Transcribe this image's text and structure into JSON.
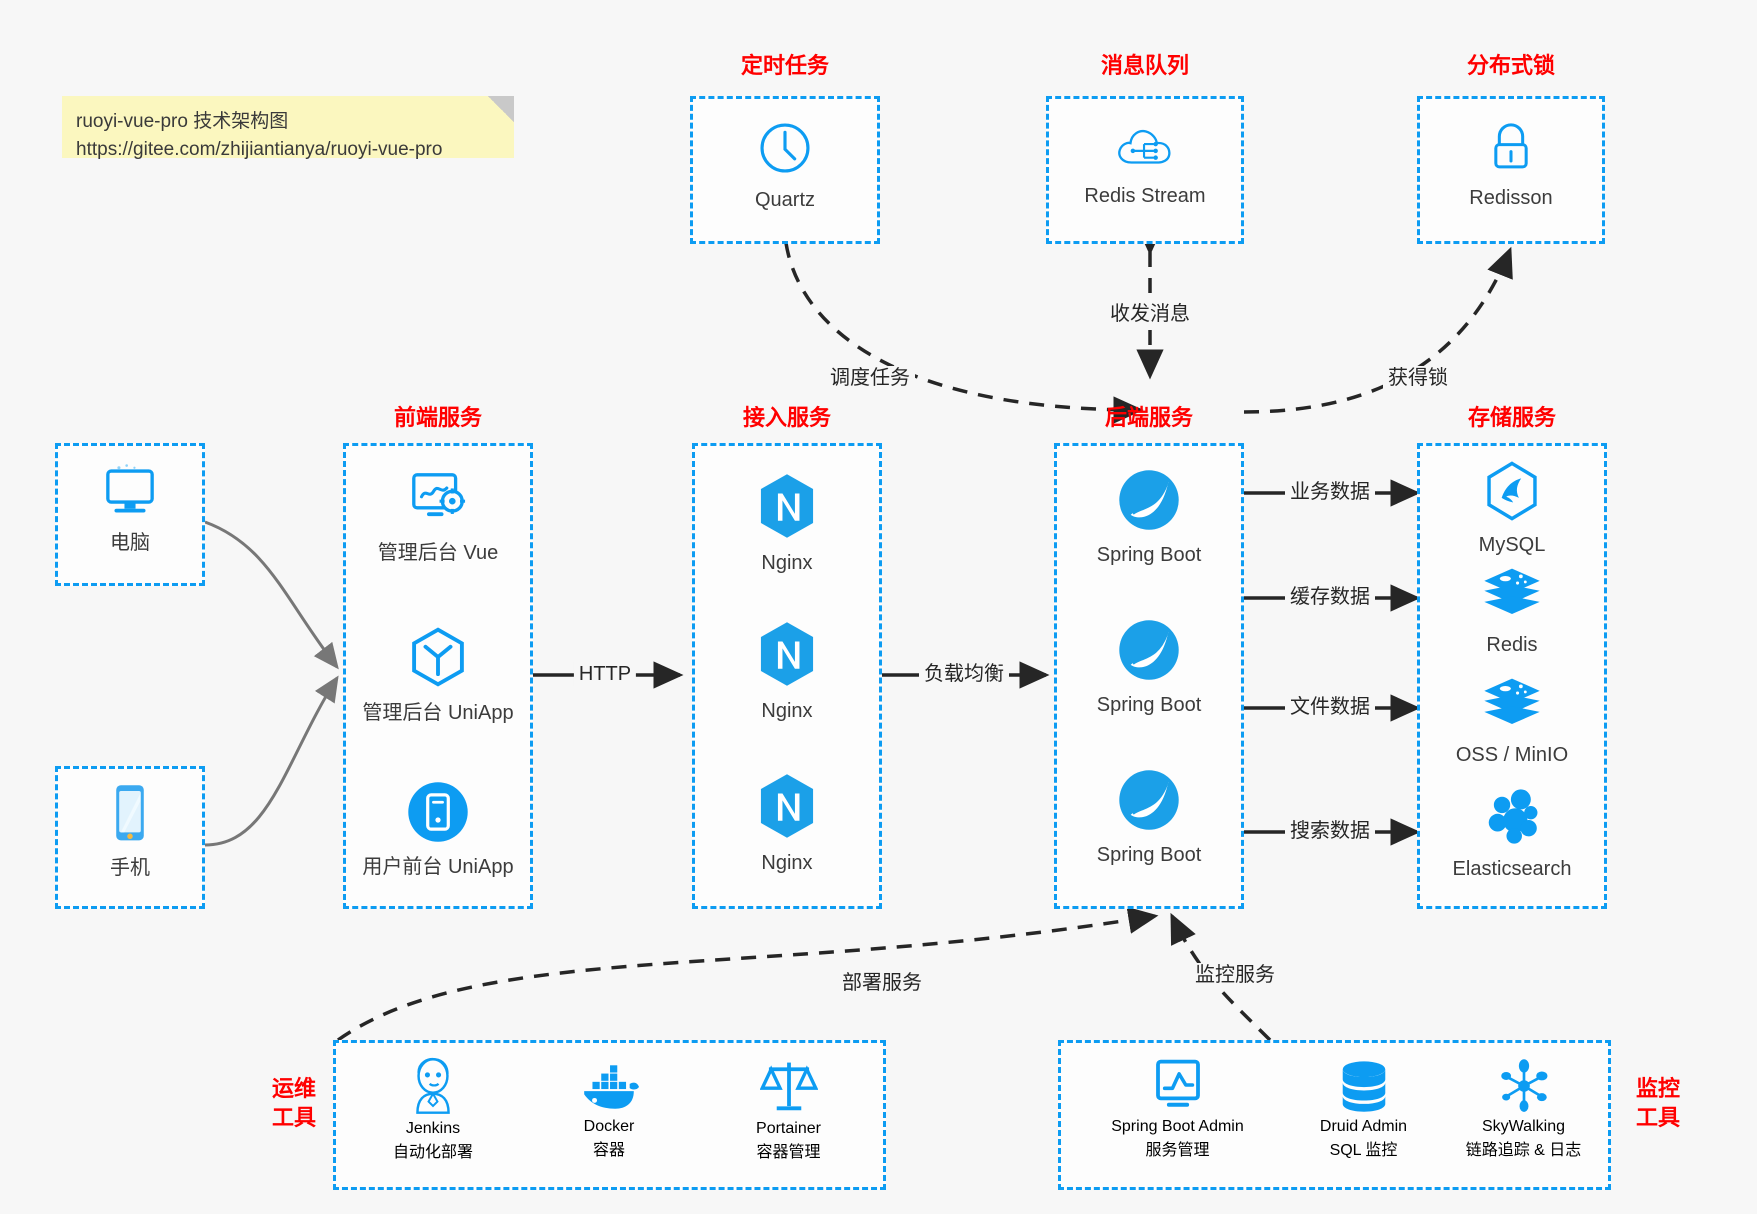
{
  "note": {
    "line1": "ruoyi-vue-pro 技术架构图",
    "line2": "https://gitee.com/zhijiantianya/ruoyi-vue-pro"
  },
  "colors": {
    "accent_blue": "#0d9cf2",
    "title_red": "#ff0000",
    "background": "#f7f7f7",
    "note_yellow": "#fbf7bf",
    "text_dark": "#3c3c3c"
  },
  "groups": {
    "scheduled_task": {
      "title": "定时任务",
      "items": [
        {
          "label": "Quartz",
          "icon": "clock-icon"
        }
      ]
    },
    "message_queue": {
      "title": "消息队列",
      "items": [
        {
          "label": "Redis Stream",
          "icon": "cloud-stream-icon"
        }
      ]
    },
    "distributed_lock": {
      "title": "分布式锁",
      "items": [
        {
          "label": "Redisson",
          "icon": "lock-icon"
        }
      ]
    },
    "clients": {
      "computer": {
        "label": "电脑",
        "icon": "desktop-icon"
      },
      "phone": {
        "label": "手机",
        "icon": "mobile-icon"
      }
    },
    "frontend": {
      "title": "前端服务",
      "items": [
        {
          "label": "管理后台 Vue",
          "icon": "dashboard-gear-icon"
        },
        {
          "label": "管理后台 UniApp",
          "icon": "hexagon-cube-icon"
        },
        {
          "label": "用户前台 UniApp",
          "icon": "mobile-circle-icon"
        }
      ]
    },
    "gateway": {
      "title": "接入服务",
      "items": [
        {
          "label": "Nginx",
          "icon": "nginx-icon"
        },
        {
          "label": "Nginx",
          "icon": "nginx-icon"
        },
        {
          "label": "Nginx",
          "icon": "nginx-icon"
        }
      ]
    },
    "backend": {
      "title": "后端服务",
      "items": [
        {
          "label": "Spring Boot",
          "icon": "spring-boot-icon"
        },
        {
          "label": "Spring Boot",
          "icon": "spring-boot-icon"
        },
        {
          "label": "Spring Boot",
          "icon": "spring-boot-icon"
        }
      ]
    },
    "storage": {
      "title": "存储服务",
      "items": [
        {
          "label": "MySQL",
          "icon": "mysql-icon"
        },
        {
          "label": "Redis",
          "icon": "redis-icon"
        },
        {
          "label": "OSS / MinIO",
          "icon": "oss-minio-icon"
        },
        {
          "label": "Elasticsearch",
          "icon": "elasticsearch-icon"
        }
      ]
    },
    "devops": {
      "title_line1": "运维",
      "title_line2": "工具",
      "items": [
        {
          "label": "Jenkins",
          "sub": "自动化部署",
          "icon": "jenkins-icon"
        },
        {
          "label": "Docker",
          "sub": "容器",
          "icon": "docker-icon"
        },
        {
          "label": "Portainer",
          "sub": "容器管理",
          "icon": "scales-icon"
        }
      ]
    },
    "monitoring": {
      "title_line1": "监控",
      "title_line2": "工具",
      "items": [
        {
          "label": "Spring Boot Admin",
          "sub": "服务管理",
          "icon": "monitor-chart-icon"
        },
        {
          "label": "Druid Admin",
          "sub": "SQL 监控",
          "icon": "database-icon"
        },
        {
          "label": "SkyWalking",
          "sub": "链路追踪 & 日志",
          "icon": "skywalking-icon"
        }
      ]
    }
  },
  "edges": [
    {
      "id": "schedule-task",
      "label": "调度任务",
      "style": "dashed"
    },
    {
      "id": "send-receive-msg",
      "label": "收发消息",
      "style": "dashed"
    },
    {
      "id": "acquire-lock",
      "label": "获得锁",
      "style": "dashed"
    },
    {
      "id": "http",
      "label": "HTTP",
      "style": "solid"
    },
    {
      "id": "load-balance",
      "label": "负载均衡",
      "style": "solid"
    },
    {
      "id": "business-data",
      "label": "业务数据",
      "style": "solid"
    },
    {
      "id": "cache-data",
      "label": "缓存数据",
      "style": "solid"
    },
    {
      "id": "file-data",
      "label": "文件数据",
      "style": "solid"
    },
    {
      "id": "search-data",
      "label": "搜索数据",
      "style": "solid"
    },
    {
      "id": "deploy-service",
      "label": "部署服务",
      "style": "dashed"
    },
    {
      "id": "monitor-service",
      "label": "监控服务",
      "style": "dashed"
    }
  ]
}
